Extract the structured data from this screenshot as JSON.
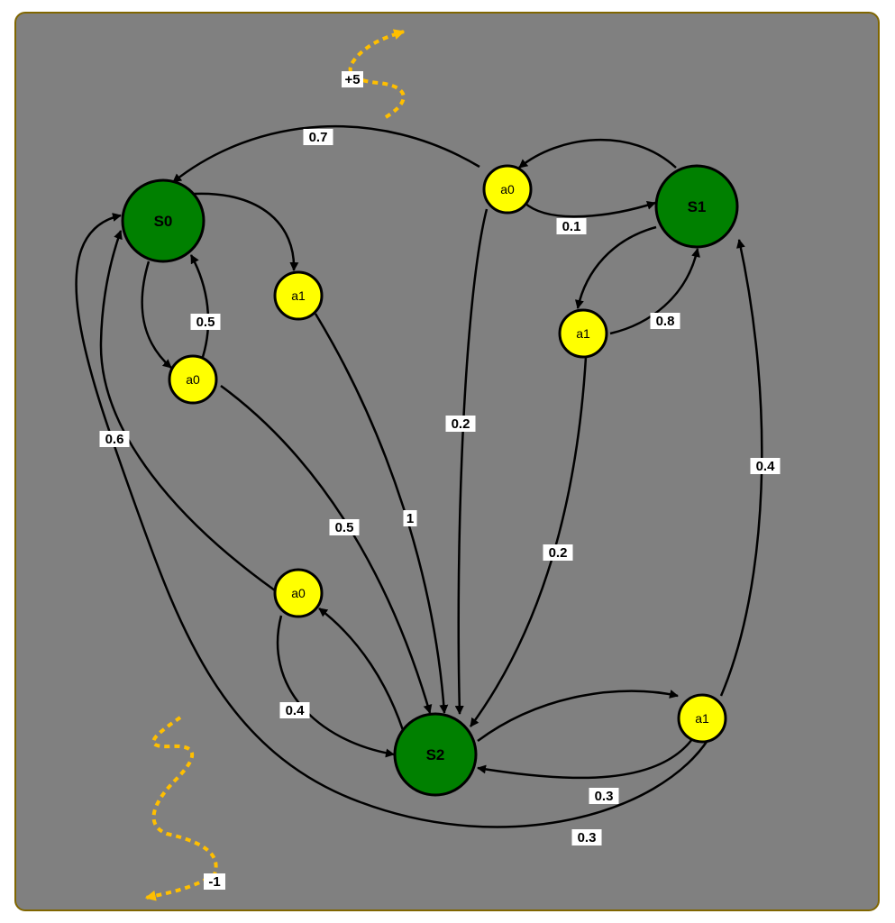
{
  "colors": {
    "background": "#808080",
    "border": "#806600",
    "state": "#008000",
    "action": "#FFFF00",
    "reward": "#FFBF00"
  },
  "states": [
    {
      "id": "S0",
      "label": "S0"
    },
    {
      "id": "S1",
      "label": "S1"
    },
    {
      "id": "S2",
      "label": "S2"
    }
  ],
  "actions": [
    {
      "id": "S0a0",
      "label": "a0"
    },
    {
      "id": "S0a1",
      "label": "a1"
    },
    {
      "id": "S1a0",
      "label": "a0"
    },
    {
      "id": "S1a1",
      "label": "a1"
    },
    {
      "id": "S2a0",
      "label": "a0"
    },
    {
      "id": "S2a1",
      "label": "a1"
    }
  ],
  "transitions": [
    {
      "from": "S0a0",
      "to": "S0",
      "prob": "0.5"
    },
    {
      "from": "S0a0",
      "to": "S2",
      "prob": "0.5"
    },
    {
      "from": "S0a1",
      "to": "S2",
      "prob": "1"
    },
    {
      "from": "S1a0",
      "to": "S0",
      "prob": "0.7"
    },
    {
      "from": "S1a0",
      "to": "S1",
      "prob": "0.1"
    },
    {
      "from": "S1a0",
      "to": "S2",
      "prob": "0.2"
    },
    {
      "from": "S1a1",
      "to": "S1",
      "prob": "0.8"
    },
    {
      "from": "S1a1",
      "to": "S2",
      "prob": "0.2"
    },
    {
      "from": "S2a0",
      "to": "S2",
      "prob": "0.4"
    },
    {
      "from": "S2a0",
      "to": "S0",
      "prob": "0.6"
    },
    {
      "from": "S2a1",
      "to": "S2",
      "prob": "0.3"
    },
    {
      "from": "S2a1",
      "to": "S0",
      "prob": "0.3"
    },
    {
      "from": "S2a1",
      "to": "S1",
      "prob": "0.4"
    }
  ],
  "rewards": [
    {
      "label": "+5"
    },
    {
      "label": "-1"
    }
  ]
}
